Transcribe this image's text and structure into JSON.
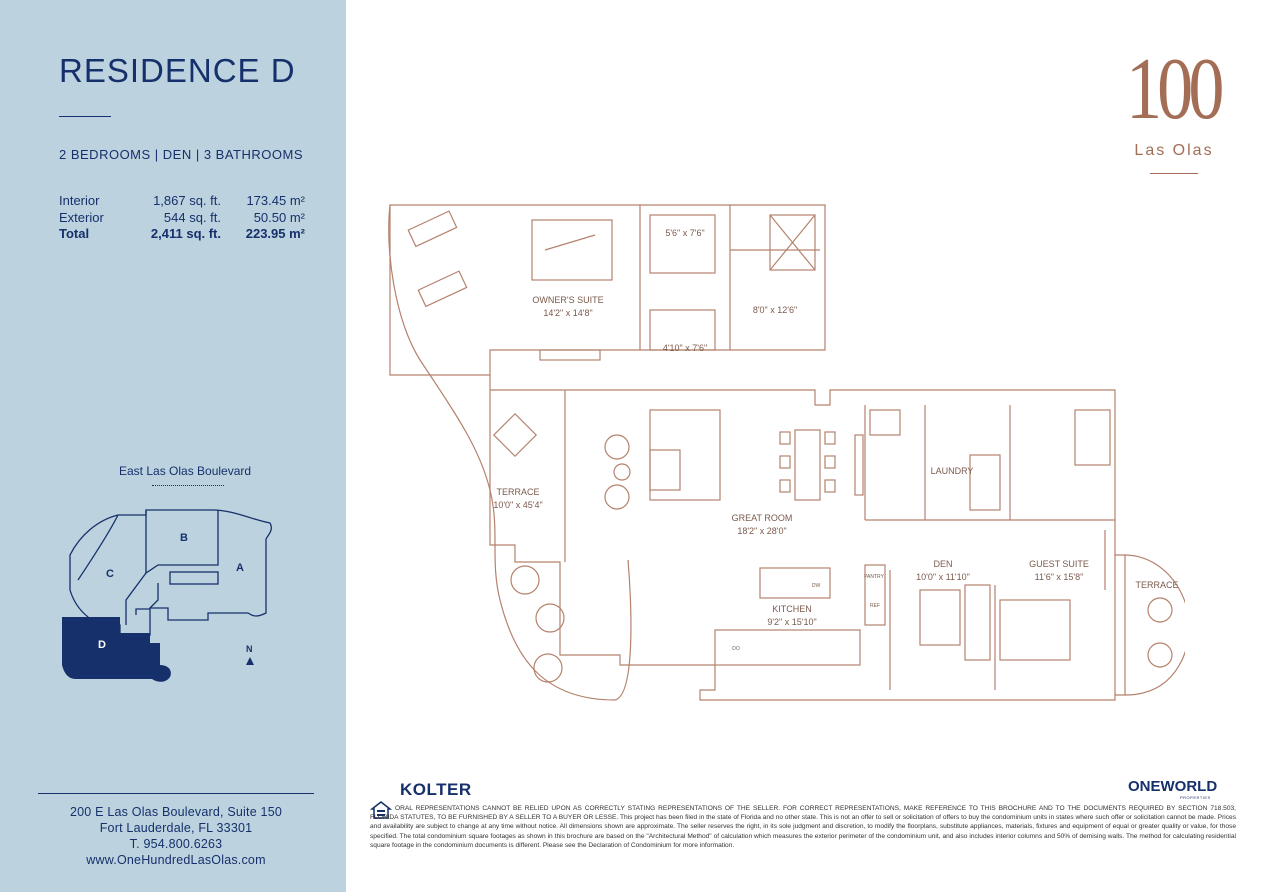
{
  "residence": {
    "title": "RESIDENCE D",
    "subtitle": "2 BEDROOMS | DEN | 3 BATHROOMS"
  },
  "areas": [
    {
      "label": "Interior",
      "sqft": "1,867 sq. ft.",
      "sqm": "173.45 m²"
    },
    {
      "label": "Exterior",
      "sqft": "544 sq. ft.",
      "sqm": "50.50 m²"
    },
    {
      "label": "Total",
      "sqft": "2,411 sq. ft.",
      "sqm": "223.95 m²"
    }
  ],
  "keyplan": {
    "street": "East Las Olas Boulevard",
    "labels": {
      "a": "A",
      "b": "B",
      "c": "C",
      "d": "D",
      "north": "N"
    }
  },
  "contact": {
    "address1": "200 E Las Olas Boulevard, Suite 150",
    "address2": "Fort Lauderdale, FL 33301",
    "phone": "T. 954.800.6263",
    "website": "www.OneHundredLasOlas.com"
  },
  "brand": {
    "number": "100",
    "name": "Las Olas",
    "accent_color": "#a36e55",
    "navy_color": "#16306b",
    "sidebar_color": "#bcd3df"
  },
  "rooms": {
    "closet1": "5'6\" x 7'6\"",
    "owners_suite": "OWNER'S SUITE",
    "owners_suite_dim": "14'2\" x 14'8\"",
    "bath1": "8'0\" x 12'6\"",
    "closet2": "4'10\" x 7'6\"",
    "terrace_left": "TERRACE",
    "terrace_left_dim": "10'0\" x 45'4\"",
    "great_room": "GREAT ROOM",
    "great_room_dim": "18'2\" x 28'0\"",
    "laundry": "LAUNDRY",
    "kitchen": "KITCHEN",
    "kitchen_dim": "9'2\" x 15'10\"",
    "pantry": "PANTRY",
    "ref": "REF",
    "dw": "DW",
    "do": "DO",
    "den": "DEN",
    "den_dim": "10'0\" x 11'10\"",
    "guest_suite": "GUEST SUITE",
    "guest_suite_dim": "11'6\" x 15'8\"",
    "terrace_right": "TERRACE"
  },
  "footer": {
    "kolter": "KOLTER",
    "oneworld": "ONEWORLD",
    "oneworld_sub": "PROPERTIES",
    "disclaimer": "ORAL REPRESENTATIONS CANNOT BE RELIED UPON AS CORRECTLY STATING REPRESENTATIONS OF THE SELLER. FOR CORRECT REPRESENTATIONS, MAKE REFERENCE TO THIS BROCHURE AND TO THE DOCUMENTS REQUIRED BY SECTION 718.503, FLORIDA STATUTES, TO BE FURNISHED BY A SELLER TO A BUYER OR LESSE. This project has been filed in the state of Florida and no other state. This is not an offer to sell or solicitation of offers to buy the condominium units in states where such offer or solicitation cannot be made. Prices and availability are subject to change at any time without notice. All dimensions shown are approximate. The seller reserves the right, in its sole judgment and discretion, to modify the floorplans, substitute appliances, materials, fixtures and equipment of equal or greater quality or value, for those specified. The total condominium square footages as shown in this brochure are based on the \"Architectural Method\" of calculation which measures the exterior perimeter of the condominium unit, and also includes interior columns and 50% of demising walls. The method for calculating residential square footage in the condominium documents is different. Please see the Declaration of Condominium for more information."
  }
}
